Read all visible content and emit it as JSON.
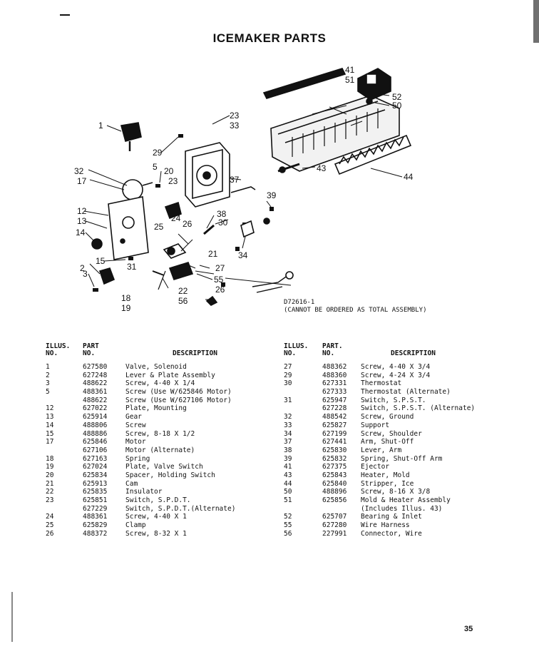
{
  "title": "ICEMAKER PARTS",
  "drawing": {
    "ref": "D72616-1",
    "note": "(CANNOT BE ORDERED AS TOTAL ASSEMBLY)",
    "callouts": [
      "1",
      "2",
      "3",
      "5",
      "12",
      "13",
      "14",
      "15",
      "17",
      "18",
      "19",
      "20",
      "21",
      "22",
      "23",
      "23",
      "24",
      "25",
      "26",
      "26",
      "27",
      "29",
      "30",
      "31",
      "32",
      "33",
      "34",
      "37",
      "38",
      "39",
      "41",
      "43",
      "44",
      "50",
      "51",
      "52",
      "55",
      "56"
    ]
  },
  "table_headers": {
    "illus_1": "ILLUS.",
    "illus_2": "NO.",
    "part_1": "PART",
    "part_2": "NO.",
    "part_r1": "PART.",
    "part_r2": "NO.",
    "desc": "DESCRIPTION"
  },
  "left_rows": [
    {
      "illus": "1",
      "part": "627580",
      "desc": "Valve, Solenoid"
    },
    {
      "illus": "2",
      "part": "627248",
      "desc": "Lever & Plate Assembly"
    },
    {
      "illus": "3",
      "part": "488622",
      "desc": "Screw, 4-40 X 1/4"
    },
    {
      "illus": "5",
      "part": "488361",
      "desc": "Screw (Use W/625846 Motor)"
    },
    {
      "illus": "",
      "part": "488622",
      "desc": "Screw (Use W/627106 Motor)"
    },
    {
      "illus": "12",
      "part": "627022",
      "desc": "Plate, Mounting"
    },
    {
      "illus": "13",
      "part": "625914",
      "desc": "Gear"
    },
    {
      "illus": "14",
      "part": "488806",
      "desc": "Screw"
    },
    {
      "illus": "15",
      "part": "488886",
      "desc": "Screw, 8-18 X 1/2"
    },
    {
      "illus": "17",
      "part": "625846",
      "desc": "Motor"
    },
    {
      "illus": "",
      "part": "627106",
      "desc": "Motor (Alternate)"
    },
    {
      "illus": "18",
      "part": "627163",
      "desc": "Spring"
    },
    {
      "illus": "19",
      "part": "627024",
      "desc": "Plate, Valve Switch"
    },
    {
      "illus": "20",
      "part": "625834",
      "desc": "Spacer, Holding Switch"
    },
    {
      "illus": "21",
      "part": "625913",
      "desc": "Cam"
    },
    {
      "illus": "22",
      "part": "625835",
      "desc": "Insulator"
    },
    {
      "illus": "23",
      "part": "625851",
      "desc": "Switch, S.P.D.T."
    },
    {
      "illus": "",
      "part": "627229",
      "desc": "Switch, S.P.D.T.(Alternate)"
    },
    {
      "illus": "24",
      "part": "488361",
      "desc": "Screw, 4-40 X 1"
    },
    {
      "illus": "25",
      "part": "625829",
      "desc": "Clamp"
    },
    {
      "illus": "26",
      "part": "488372",
      "desc": "Screw, 8-32 X 1"
    }
  ],
  "right_rows": [
    {
      "illus": "27",
      "part": "488362",
      "desc": "Screw, 4-40 X 3/4"
    },
    {
      "illus": "29",
      "part": "488360",
      "desc": "Screw, 4-24 X 3/4"
    },
    {
      "illus": "30",
      "part": "627331",
      "desc": "Thermostat"
    },
    {
      "illus": "",
      "part": "627333",
      "desc": "Thermostat (Alternate)"
    },
    {
      "illus": "31",
      "part": "625947",
      "desc": "Switch, S.P.S.T."
    },
    {
      "illus": "",
      "part": "627228",
      "desc": "Switch, S.P.S.T. (Alternate)"
    },
    {
      "illus": "32",
      "part": "488542",
      "desc": "Screw, Ground"
    },
    {
      "illus": "33",
      "part": "625827",
      "desc": "Support"
    },
    {
      "illus": "34",
      "part": "627199",
      "desc": "Screw, Shoulder"
    },
    {
      "illus": "37",
      "part": "627441",
      "desc": "Arm, Shut-Off"
    },
    {
      "illus": "38",
      "part": "625830",
      "desc": "Lever, Arm"
    },
    {
      "illus": "39",
      "part": "625832",
      "desc": "Spring, Shut-Off Arm"
    },
    {
      "illus": "41",
      "part": "627375",
      "desc": "Ejector"
    },
    {
      "illus": "43",
      "part": "625843",
      "desc": "Heater, Mold"
    },
    {
      "illus": "44",
      "part": "625840",
      "desc": "Stripper, Ice"
    },
    {
      "illus": "50",
      "part": "488896",
      "desc": "Screw, 8-16 X 3/8"
    },
    {
      "illus": "51",
      "part": "625856",
      "desc": "Mold & Heater Assembly"
    },
    {
      "illus": "",
      "part": "",
      "desc": "(Includes Illus. 43)"
    },
    {
      "illus": "52",
      "part": "625707",
      "desc": "Bearing & Inlet"
    },
    {
      "illus": "55",
      "part": "627280",
      "desc": "Wire Harness"
    },
    {
      "illus": "56",
      "part": "227991",
      "desc": "Connector, Wire"
    }
  ],
  "page_number": "35"
}
